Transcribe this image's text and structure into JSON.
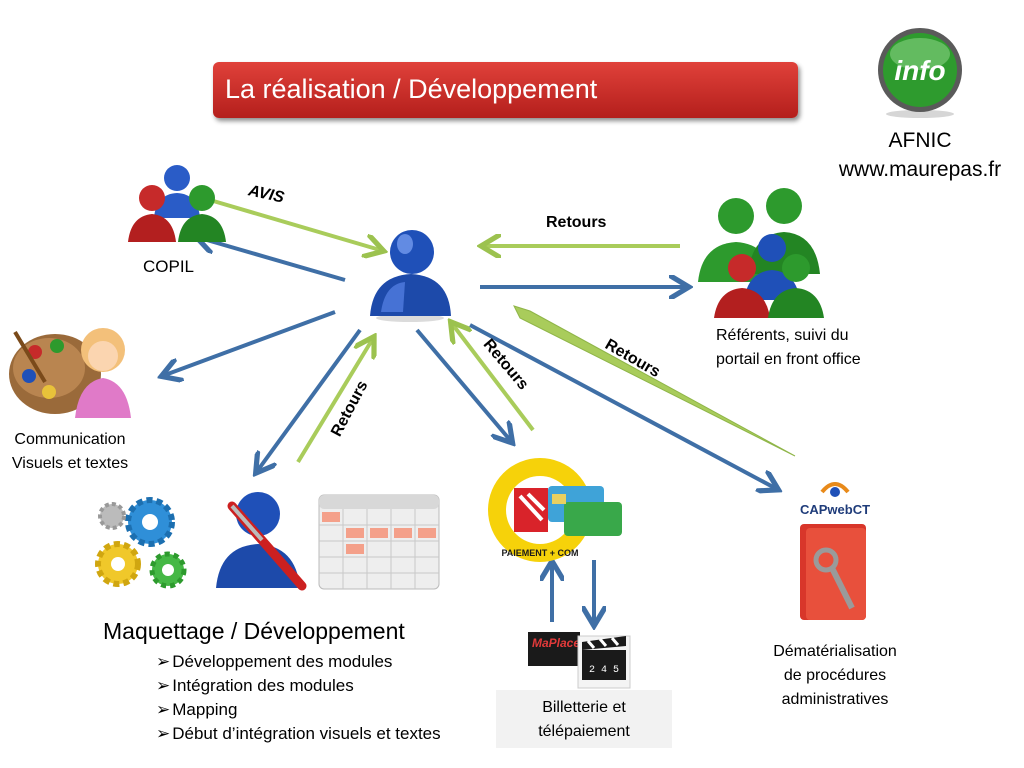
{
  "title": "La réalisation / Développement",
  "info_badge": {
    "text": "info"
  },
  "afnic": {
    "line1": "AFNIC",
    "line2": "www.maurepas.fr"
  },
  "copil": {
    "label": "COPIL"
  },
  "referents": {
    "line1": "Référents, suivi  du",
    "line2": "portail en front office"
  },
  "communication": {
    "line1": "Communication",
    "line2": "Visuels et textes"
  },
  "maquettage": {
    "heading": "Maquettage / Développement",
    "items": [
      "Développement des modules",
      "Intégration  des modules",
      "Mapping",
      "Début d’intégration visuels et textes"
    ]
  },
  "billetterie": {
    "line1": "Billetterie et",
    "line2": "télépaiement",
    "maplace_text": "MaPlace",
    "clap_text": "2 4 5"
  },
  "payment_logo": {
    "text": "PAIEMENT + COM"
  },
  "demat": {
    "line1": "Dématérialisation",
    "line2": "de procédures",
    "line3": "administratives",
    "logo_text": "CAPwebCT"
  },
  "arrow_labels": {
    "avis": "AVIS",
    "retours_top": "Retours",
    "retours_left": "Retours",
    "retours_mid": "Retours",
    "retours_right": "Retours"
  },
  "colors": {
    "blue_arrow": "#3f6fa6",
    "green_arrow": "#a9cc5b",
    "title_red": "#c8302b"
  }
}
